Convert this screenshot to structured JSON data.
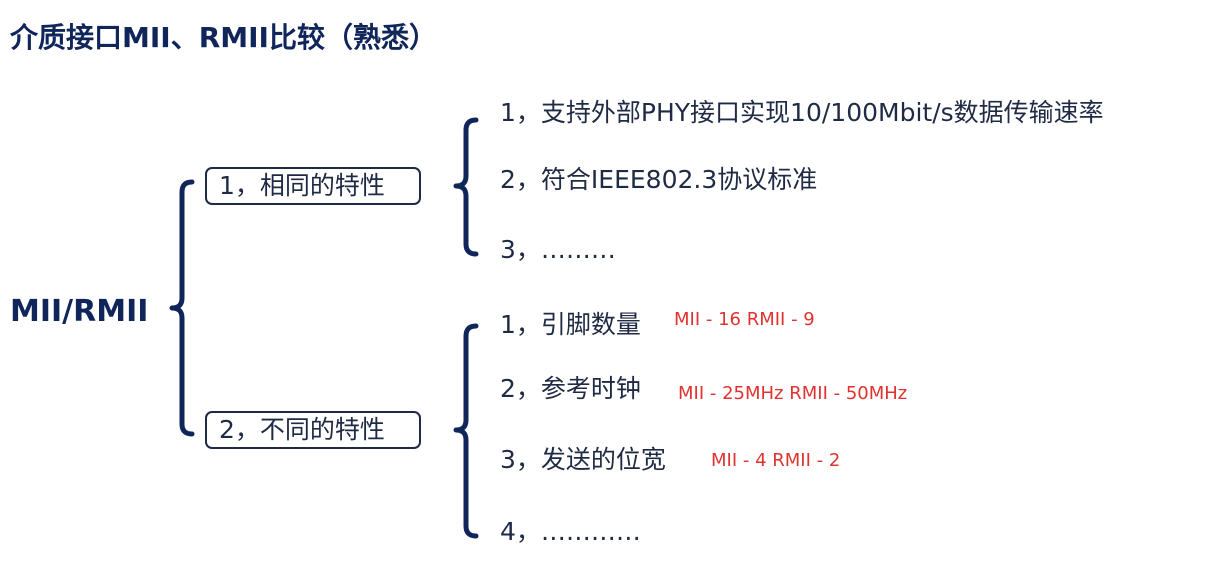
{
  "title": "介质接口MII、RMII比较（熟悉）",
  "root": "MII/RMII",
  "categories": [
    {
      "label": "1，相同的特性",
      "items": [
        {
          "text": "1，支持外部PHY接口实现10/100Mbit/s数据传输速率",
          "note": ""
        },
        {
          "text": "2，符合IEEE802.3协议标准",
          "note": ""
        },
        {
          "text": "3，………",
          "note": ""
        }
      ]
    },
    {
      "label": "2，不同的特性",
      "items": [
        {
          "text": "1，引脚数量",
          "note": "MII - 16 RMII - 9"
        },
        {
          "text": "2，参考时钟",
          "note": "MII - 25MHz RMII - 50MHz"
        },
        {
          "text": "3，发送的位宽",
          "note": "MII - 4 RMII - 2"
        },
        {
          "text": "4，…………",
          "note": ""
        }
      ]
    }
  ],
  "colors": {
    "title": "#10255a",
    "brace": "#10255a",
    "text": "#1f2a44",
    "note": "#e0332f"
  }
}
